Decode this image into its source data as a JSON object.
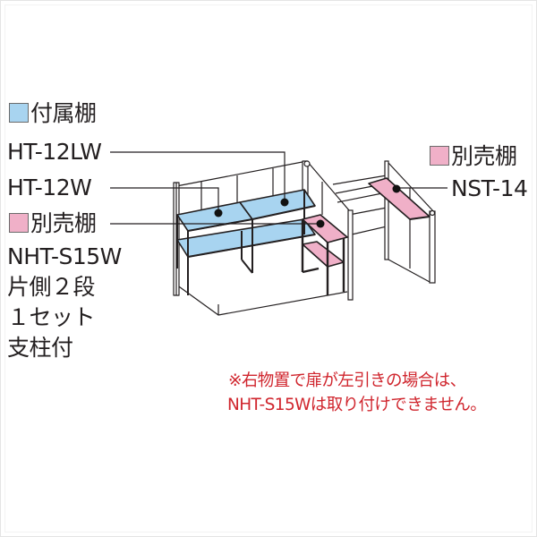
{
  "colors": {
    "included_shelf": "#a8d4f0",
    "optional_shelf": "#f0b0c8",
    "note_text": "#d0262e",
    "text": "#231f20",
    "line": "#231f20"
  },
  "legend": {
    "included": {
      "icon": "light-blue-square",
      "title": "付属棚",
      "models": [
        "HT-12LW",
        "HT-12W"
      ]
    },
    "optional_left": {
      "icon": "pink-square",
      "title": "別売棚",
      "lines": [
        "NHT-S15W",
        "片側２段",
        "１セット",
        "支柱付"
      ]
    },
    "optional_right": {
      "icon": "pink-square",
      "title": "別売棚",
      "model": "NST-14"
    }
  },
  "note": {
    "line1": "※右物置で扉が左引きの場合は、",
    "line2": "NHT-S15Wは取り付けできません。"
  }
}
